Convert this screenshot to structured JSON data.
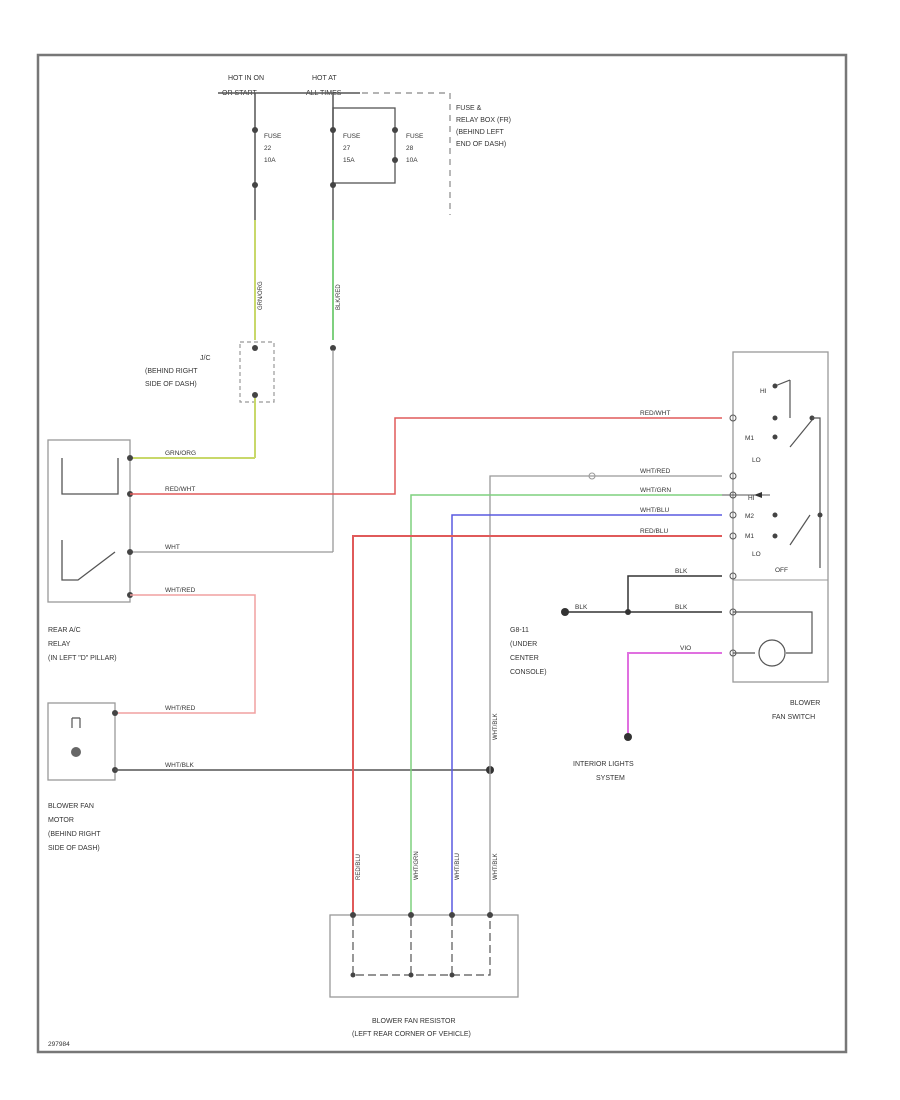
{
  "labels": {
    "hot_in_on_1": "HOT IN ON",
    "hot_in_on_2": "OR START",
    "hot_at_1": "HOT AT",
    "hot_at_2": "ALL TIMES",
    "fuse_relay_box": [
      "FUSE &",
      "RELAY BOX (FR)",
      "(BEHIND LEFT",
      "END OF DASH)"
    ],
    "fuse_a": [
      "FUSE",
      "22",
      "10A"
    ],
    "fuse_b": [
      "FUSE",
      "27",
      "15A"
    ],
    "fuse_c": [
      "FUSE",
      "28",
      "10A"
    ],
    "jc": [
      "J/C",
      "(BEHIND RIGHT",
      "SIDE OF DASH)"
    ],
    "rear_ac_relay": [
      "REAR A/C",
      "RELAY",
      "(IN LEFT \"D\" PILLAR)"
    ],
    "blower_motor": [
      "BLOWER FAN",
      "MOTOR",
      "(BEHIND RIGHT",
      "SIDE OF DASH)"
    ],
    "g_connector": [
      "G8-11",
      "(UNDER",
      "CENTER",
      "CONSOLE)"
    ],
    "interior_lights": [
      "INTERIOR LIGHTS",
      "SYSTEM"
    ],
    "blower_switch": [
      "BLOWER",
      "FAN SWITCH"
    ],
    "blower_resistor": [
      "BLOWER FAN RESISTOR",
      "(LEFT REAR CORNER OF VEHICLE)"
    ],
    "switch_positions": [
      "HI",
      "M1",
      "LO",
      "HI",
      "M2",
      "M1",
      "LO",
      "OFF"
    ],
    "figure_id": "297984"
  },
  "wires": {
    "grn_org": "GRN/ORG",
    "red_wht": "RED/WHT",
    "wht": "WHT",
    "wht_red": "WHT/RED",
    "wht_grn": "WHT/GRN",
    "wht_blu": "WHT/BLU",
    "red_blu": "RED/BLU",
    "blk": "BLK",
    "vio": "VIO",
    "wht_blk": "WHT/BLK",
    "grn_org_v": "GRN/ORG",
    "blk_red": "BLK/RED"
  },
  "colors": {
    "yellow_green": "#c8d86a",
    "green": "#7fd07f",
    "red": "#e05a5a",
    "pink": "#f0a0a0",
    "blue": "#5a5ae0",
    "violet": "#e070e0",
    "black": "#333333",
    "grey": "#999999"
  }
}
